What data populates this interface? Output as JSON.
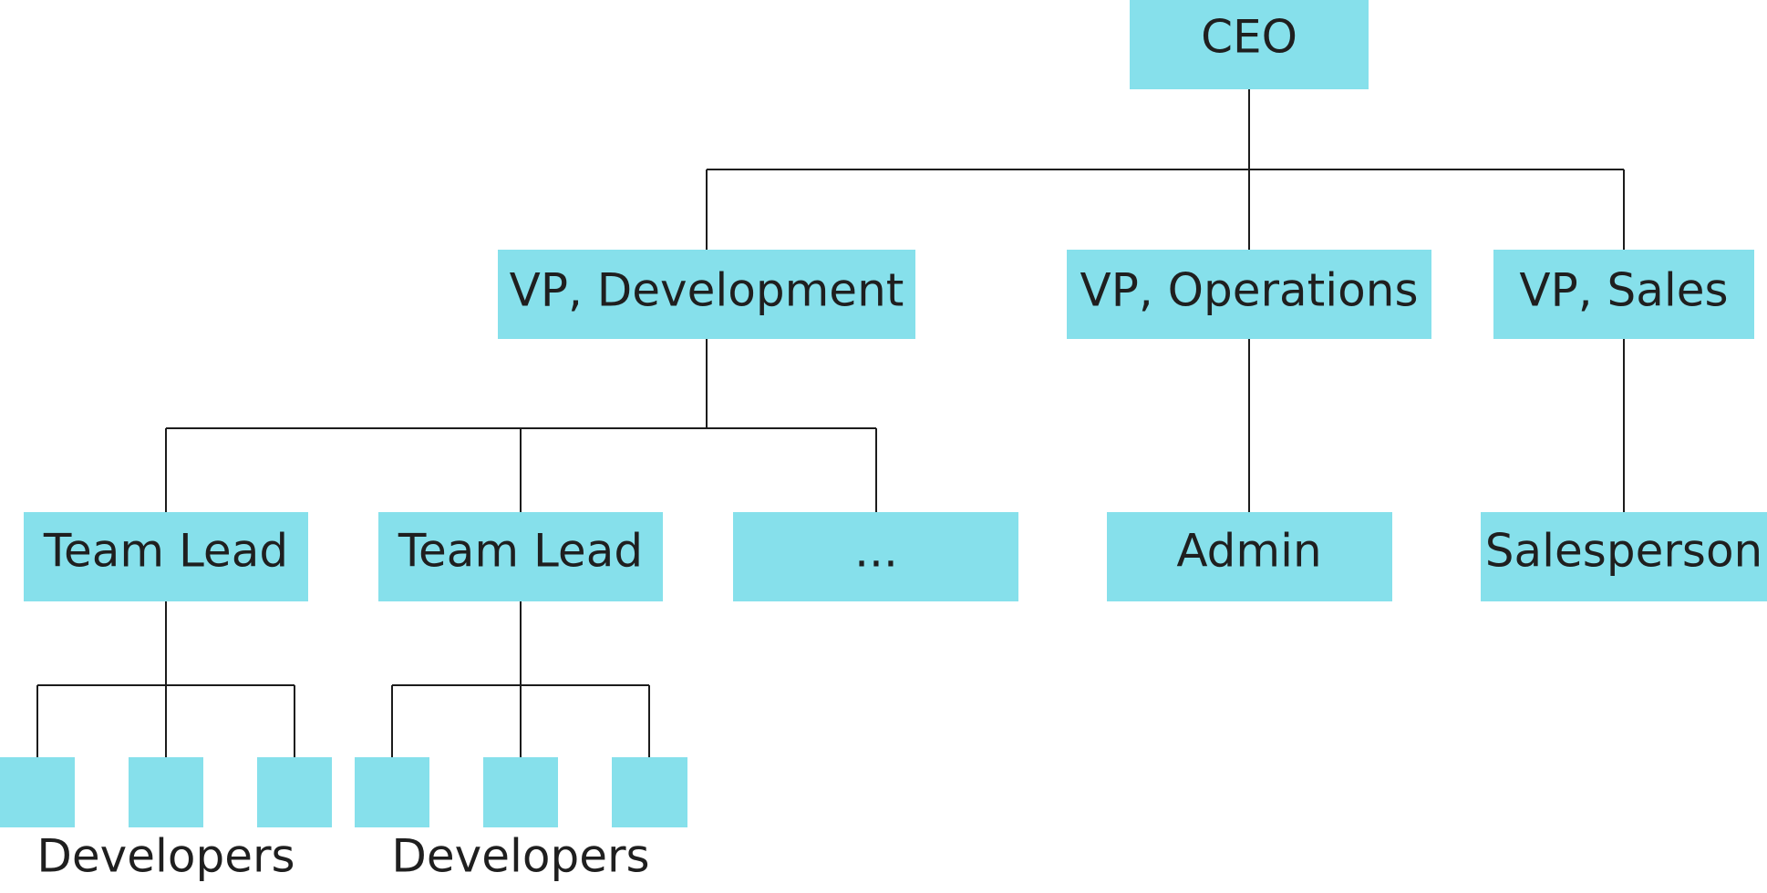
{
  "org_chart": {
    "top": "CEO",
    "vps": [
      {
        "title": "VP, Development"
      },
      {
        "title": "VP, Operations"
      },
      {
        "title": "VP, Sales"
      }
    ],
    "development_reports": [
      {
        "title": "Team Lead"
      },
      {
        "title": "Team Lead"
      },
      {
        "title": "..."
      }
    ],
    "operations_reports": [
      {
        "title": "Admin"
      }
    ],
    "sales_reports": [
      {
        "title": "Salesperson"
      }
    ],
    "developer_groups": [
      {
        "label": "Developers",
        "members": 3
      },
      {
        "label": "Developers",
        "members": 3
      }
    ]
  },
  "colors": {
    "box_fill": "#86e0eb",
    "line": "#1c1c1c",
    "text": "#1f1f1f"
  }
}
